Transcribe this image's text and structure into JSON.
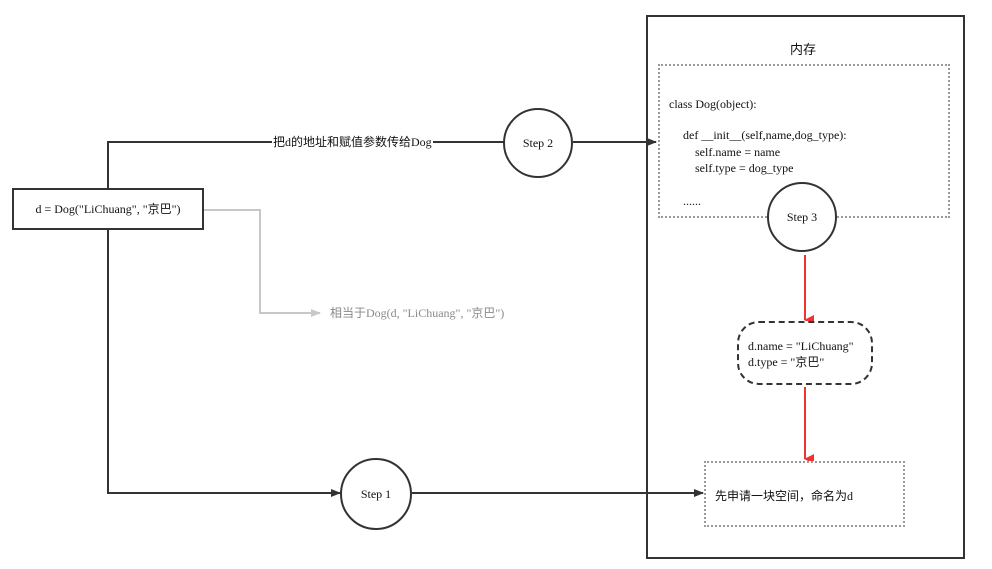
{
  "memory": {
    "title": "内存"
  },
  "class_def": {
    "lines": [
      "class Dog(object):",
      "def __init__(self,name,dog_type):",
      "self.name = name",
      "self.type = dog_type",
      "......"
    ]
  },
  "call_box": {
    "text": "d = Dog(\"LiChuang\", \"京巴\")"
  },
  "equivalent": {
    "text": "相当于Dog(d, \"LiChuang\", \"京巴\")"
  },
  "pass_label": {
    "text": "把d的地址和赋值参数传给Dog"
  },
  "steps": {
    "step1": "Step 1",
    "step2": "Step 2",
    "step3": "Step 3"
  },
  "attrs": {
    "line1": "d.name = \"LiChuang\"",
    "line2": "d.type = \"京巴\""
  },
  "alloc": {
    "text": "先申请一块空间，命名为d"
  },
  "colors": {
    "dark": "#333333",
    "gray": "#c8c8c8",
    "red": "#ee3333",
    "dotted": "#9a9a9a"
  }
}
